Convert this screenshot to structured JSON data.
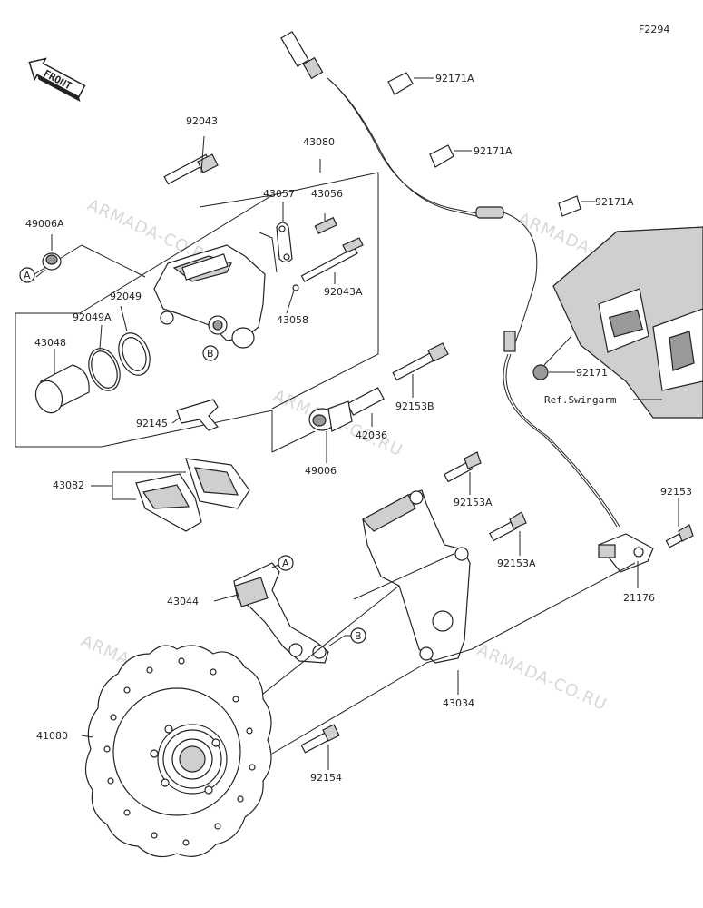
{
  "diagram_code": "F2294",
  "front_label": "FRONT",
  "ref_callout": "A",
  "ref_callout_b": "B",
  "watermark": "ARMADA-CO.RU",
  "ref_text": "Ref.Swingarm",
  "labels": {
    "p92043": "92043",
    "p43080": "43080",
    "p43057": "43057",
    "p43056": "43056",
    "p49006A": "49006A",
    "p92049": "92049",
    "p92049A": "92049A",
    "p43048": "43048",
    "p92043A": "92043A",
    "p43058": "43058",
    "p92145": "92145",
    "p92171A_1": "92171A",
    "p92171A_2": "92171A",
    "p92171A_3": "92171A",
    "p92171": "92171",
    "p92153B": "92153B",
    "p42036": "42036",
    "p49006": "49006",
    "p43082": "43082",
    "p92153A_1": "92153A",
    "p92153A_2": "92153A",
    "p92153": "92153",
    "p43044": "43044",
    "p21176": "21176",
    "p43034": "43034",
    "p41080": "41080",
    "p92154": "92154"
  }
}
